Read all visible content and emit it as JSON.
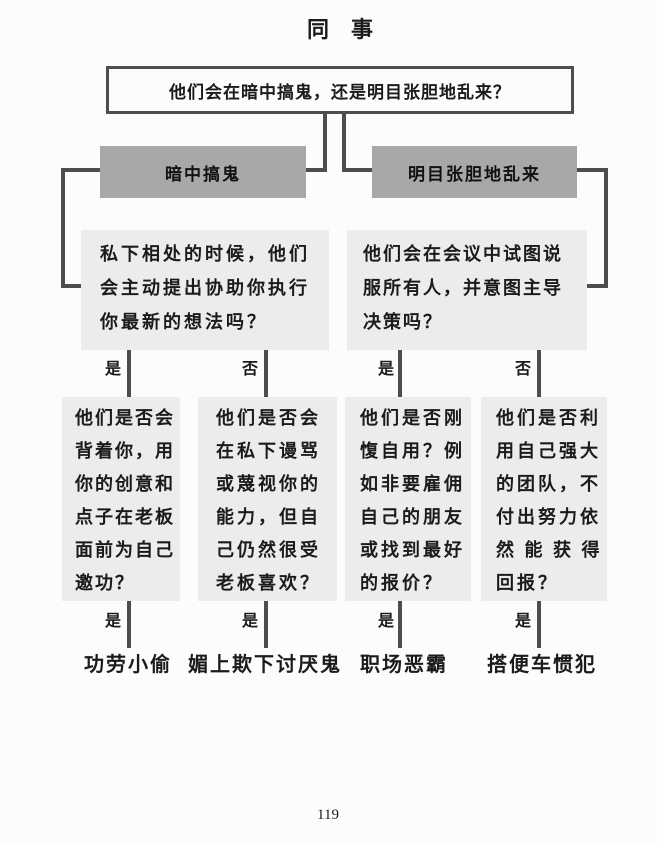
{
  "title": "同　事",
  "root_question": "他们会在暗中搞鬼，还是明目张胆地乱来？",
  "branches": [
    {
      "label": "暗中搞鬼"
    },
    {
      "label": "明目张胆地乱来"
    }
  ],
  "questions": [
    {
      "text": "私下相处的时候，他们\n会主动提出协助你执行\n你最新的想法吗？"
    },
    {
      "text": "他们会在会议中试图说\n服所有人，并意图主导\n决策吗？"
    }
  ],
  "columns": [
    {
      "answer_top": "是",
      "criteria": "他们是否会\n背着你，用\n你的创意和\n点子在老板\n面前为自己\n邀功？",
      "answer_bottom": "是",
      "result": "功劳小偷"
    },
    {
      "answer_top": "否",
      "criteria": "他们是否会\n在私下谩骂\n或蔑视你的\n能力，但自\n己仍然很受\n老板喜欢？",
      "answer_bottom": "是",
      "result": "媚上欺下讨厌鬼"
    },
    {
      "answer_top": "是",
      "criteria": "他们是否刚\n愎自用？例\n如非要雇佣\n自己的朋友\n或找到最好\n的报价？",
      "answer_bottom": "是",
      "result": "职场恶霸"
    },
    {
      "answer_top": "否",
      "criteria": "他们是否利\n用自己强大\n的团队，不\n付出努力依\n然 能 获 得\n回报？",
      "answer_bottom": "是",
      "result": "搭便车惯犯"
    }
  ],
  "page_number": "119",
  "colors": {
    "line": "#4d4d4d",
    "branch_box_bg": "#a8a8a8",
    "panel_bg": "#ececec",
    "root_box_border": "#4d4d4d",
    "text": "#1b1b1b",
    "page_bg": "#fcfcfc"
  }
}
